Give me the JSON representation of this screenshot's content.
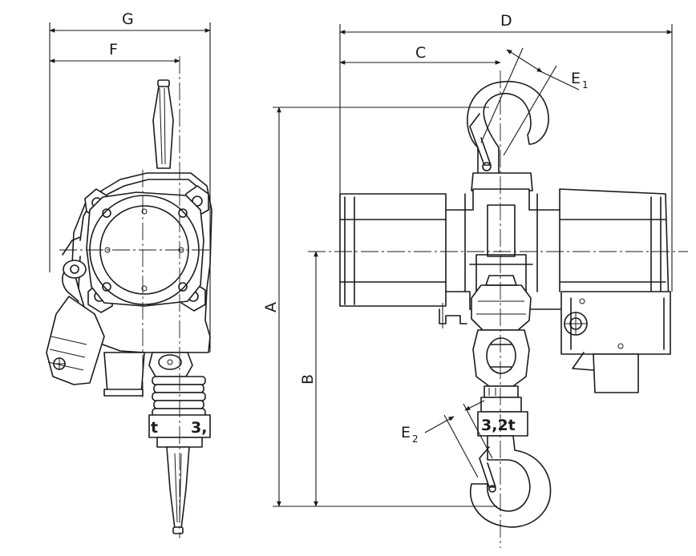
{
  "dimensions": {
    "A": "A",
    "B": "B",
    "C": "C",
    "D": "D",
    "E1": "E",
    "E1_sub": "1",
    "E2": "E",
    "E2_sub": "2",
    "F": "F",
    "G": "G"
  },
  "capacity_plate": {
    "side_view": "3,",
    "side_view_left": "t",
    "front_view": "3,2t"
  },
  "colors": {
    "line": "#1a1a1a",
    "background": "#ffffff"
  }
}
